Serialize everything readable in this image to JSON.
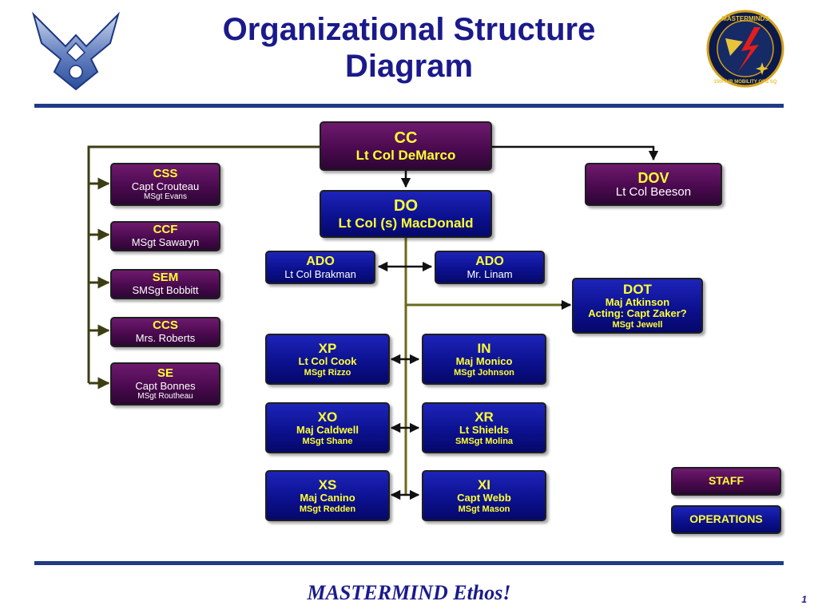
{
  "title": "Organizational Structure Diagram",
  "footer": "MASTERMIND Ethos!",
  "page_number": "1",
  "logos": {
    "right_seal_text": "MASTERMINDS",
    "right_seal_bottom": "15th AIR MOBILITY OPS SQ"
  },
  "colors": {
    "staff": "#4b0a4f",
    "operations": "#0c1190",
    "connector_staff": "#3d3d14",
    "connector_ops": "#6a6a1c",
    "accent_text": "#ffff33"
  },
  "boxes": {
    "cc": {
      "code": "CC",
      "name": "Lt Col DeMarco"
    },
    "do": {
      "code": "DO",
      "name": "Lt Col (s)  MacDonald"
    },
    "dov": {
      "code": "DOV",
      "name": "Lt Col Beeson"
    },
    "css": {
      "code": "CSS",
      "name": "Capt Crouteau",
      "sub": "MSgt Evans"
    },
    "ccf": {
      "code": "CCF",
      "name": "MSgt Sawaryn"
    },
    "sem": {
      "code": "SEM",
      "name": "SMSgt Bobbitt"
    },
    "ccs": {
      "code": "CCS",
      "name": "Mrs. Roberts"
    },
    "se": {
      "code": "SE",
      "name": "Capt Bonnes",
      "sub": "MSgt Routheau"
    },
    "ado1": {
      "code": "ADO",
      "name": "Lt Col Brakman"
    },
    "ado2": {
      "code": "ADO",
      "name": "Mr. Linam"
    },
    "dot": {
      "code": "DOT",
      "name": "Maj Atkinson",
      "acting": "Acting:  Capt Zaker?",
      "sub": "MSgt Jewell"
    },
    "xp": {
      "code": "XP",
      "name": "Lt Col Cook",
      "sub": "MSgt Rizzo"
    },
    "in": {
      "code": "IN",
      "name": "Maj Monico",
      "sub": "MSgt Johnson"
    },
    "xo": {
      "code": "XO",
      "name": "Maj Caldwell",
      "sub": "MSgt Shane"
    },
    "xr": {
      "code": "XR",
      "name": "Lt Shields",
      "sub": "SMSgt Molina"
    },
    "xs": {
      "code": "XS",
      "name": "Maj Canino",
      "sub": "MSgt Redden"
    },
    "xi": {
      "code": "XI",
      "name": "Capt Webb",
      "sub": "MSgt Mason"
    }
  },
  "legend": {
    "staff": "STAFF",
    "operations": "OPERATIONS"
  }
}
